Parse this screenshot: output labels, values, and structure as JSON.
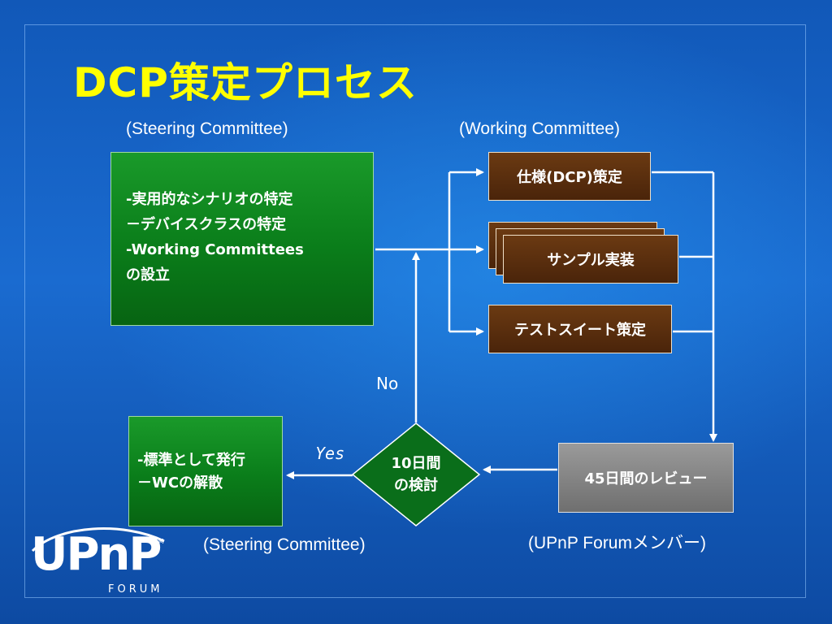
{
  "title": "DCP策定プロセス",
  "captions": {
    "steering_top": "(Steering Committee)",
    "working": "(Working Committee)",
    "steering_bottom": "(Steering Committee)",
    "members": "(UPnP Forumメンバー)"
  },
  "steering_box": {
    "line1": "-実用的なシナリオの特定",
    "line2": "－デバイスクラスの特定",
    "line3": "-Working Committees",
    "line4": "の設立"
  },
  "working_boxes": {
    "spec": "仕様(DCP)策定",
    "sample": "サンプル実装",
    "testsuite": "テストスイート策定"
  },
  "review_box": "45日間のレビュー",
  "decision": {
    "line1": "10日間",
    "line2": "の検討"
  },
  "labels": {
    "no": "No",
    "yes": "Yes"
  },
  "result_box": {
    "line1": "-標準として発行",
    "line2": "－WCの解散"
  },
  "logo": {
    "main": "UPnP",
    "tm": "TM",
    "sub": "FORUM"
  },
  "colors": {
    "title": "#ffff00",
    "green_box": "#0a7d1a",
    "brown_box": "#4a240a",
    "gray_box": "#7a7a7a",
    "decision": "#0a6e1a",
    "background": "#1158b8"
  }
}
